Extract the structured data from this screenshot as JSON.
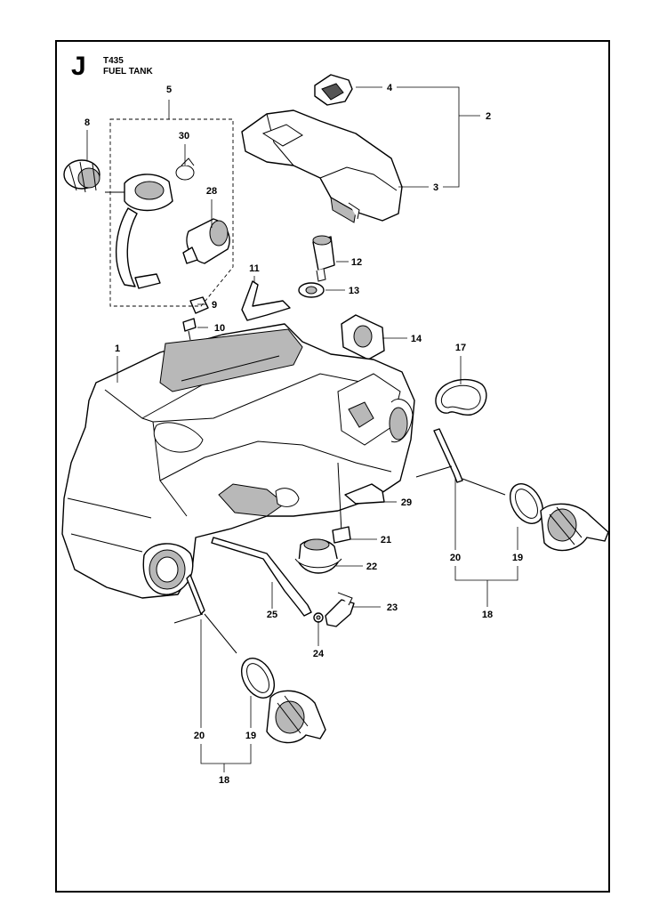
{
  "header": {
    "section_letter": "J",
    "model": "T435",
    "title": "FUEL TANK"
  },
  "callouts": {
    "c1": "1",
    "c2": "2",
    "c3": "3",
    "c4": "4",
    "c5": "5",
    "c8": "8",
    "c9": "9",
    "c10": "10",
    "c11": "11",
    "c12": "12",
    "c13": "13",
    "c14": "14",
    "c17": "17",
    "c18a": "18",
    "c18b": "18",
    "c19a": "19",
    "c19b": "19",
    "c20a": "20",
    "c20b": "20",
    "c21": "21",
    "c22": "22",
    "c23": "23",
    "c24": "24",
    "c25": "25",
    "c28": "28",
    "c29": "29",
    "c30": "30"
  }
}
